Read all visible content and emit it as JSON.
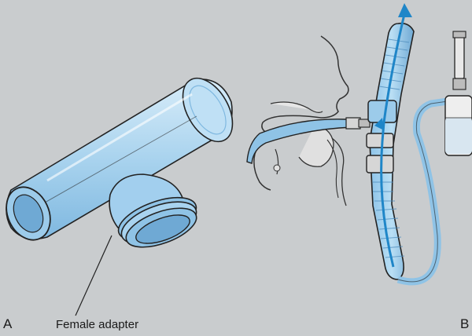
{
  "figure": {
    "panel_a_label": "A",
    "panel_b_label": "B",
    "callout_label": "Female adapter"
  },
  "colors": {
    "background": "#c9ccce",
    "tube_fill": "#a9d3ee",
    "tube_dark": "#6fa9d4",
    "tube_stroke": "#222222",
    "flow_arrow": "#1f86c8",
    "gray_part": "#d6d6d6"
  }
}
